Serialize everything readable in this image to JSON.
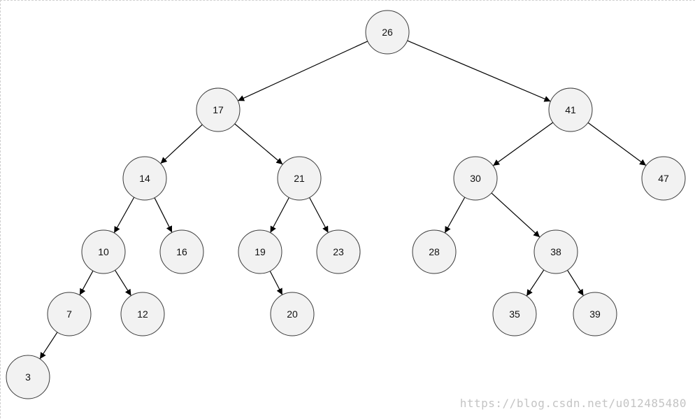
{
  "diagram": {
    "type": "binary-search-tree",
    "node_fill": "#f2f2f2",
    "node_stroke": "#3a3a3a",
    "edge_color": "#000000",
    "nodes": [
      {
        "id": "n26",
        "label": "26"
      },
      {
        "id": "n17",
        "label": "17"
      },
      {
        "id": "n41",
        "label": "41"
      },
      {
        "id": "n14",
        "label": "14"
      },
      {
        "id": "n21",
        "label": "21"
      },
      {
        "id": "n30",
        "label": "30"
      },
      {
        "id": "n47",
        "label": "47"
      },
      {
        "id": "n10",
        "label": "10"
      },
      {
        "id": "n16",
        "label": "16"
      },
      {
        "id": "n19",
        "label": "19"
      },
      {
        "id": "n23",
        "label": "23"
      },
      {
        "id": "n28",
        "label": "28"
      },
      {
        "id": "n38",
        "label": "38"
      },
      {
        "id": "n7",
        "label": "7"
      },
      {
        "id": "n12",
        "label": "12"
      },
      {
        "id": "n20",
        "label": "20"
      },
      {
        "id": "n35",
        "label": "35"
      },
      {
        "id": "n39",
        "label": "39"
      },
      {
        "id": "n3",
        "label": "3"
      }
    ],
    "edges": [
      [
        "n26",
        "n17"
      ],
      [
        "n26",
        "n41"
      ],
      [
        "n17",
        "n14"
      ],
      [
        "n17",
        "n21"
      ],
      [
        "n41",
        "n30"
      ],
      [
        "n41",
        "n47"
      ],
      [
        "n14",
        "n10"
      ],
      [
        "n14",
        "n16"
      ],
      [
        "n21",
        "n19"
      ],
      [
        "n21",
        "n23"
      ],
      [
        "n30",
        "n28"
      ],
      [
        "n30",
        "n38"
      ],
      [
        "n10",
        "n7"
      ],
      [
        "n10",
        "n12"
      ],
      [
        "n19",
        "n20"
      ],
      [
        "n38",
        "n35"
      ],
      [
        "n38",
        "n39"
      ],
      [
        "n7",
        "n3"
      ]
    ]
  },
  "watermark": "https://blog.csdn.net/u012485480"
}
